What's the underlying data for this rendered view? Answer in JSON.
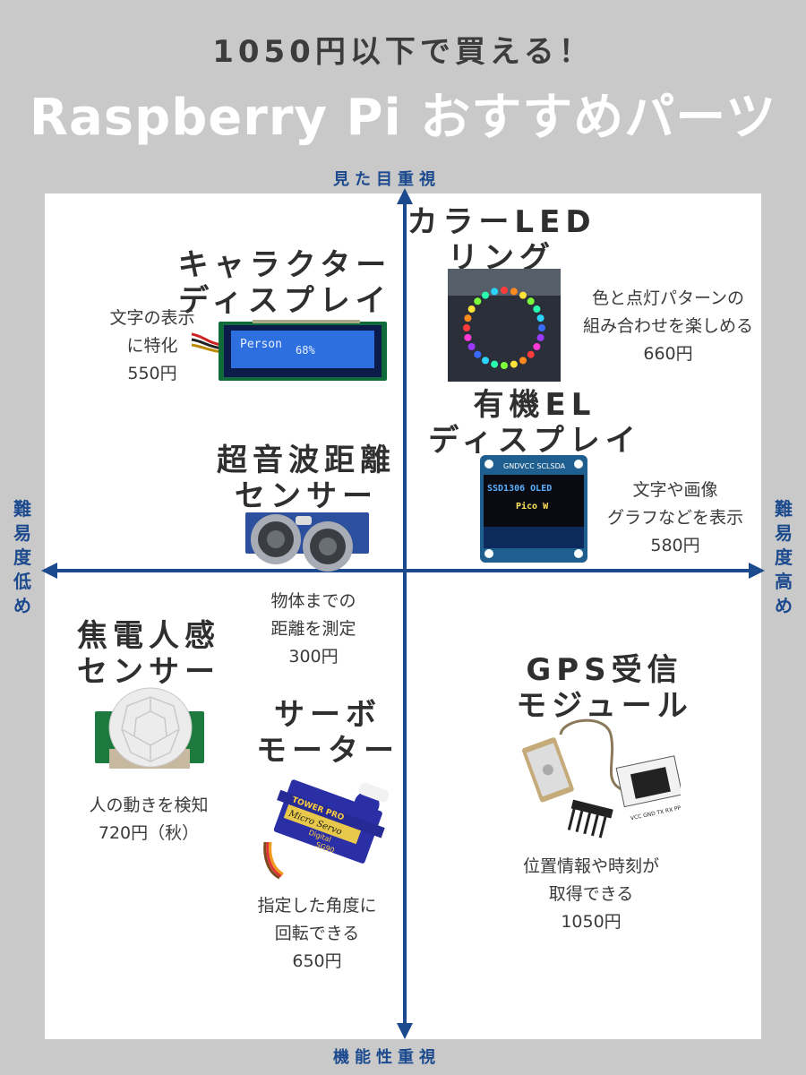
{
  "header": {
    "subtitle": "1050円以下で買える！",
    "title": "Raspberry Pi おすすめパーツ"
  },
  "axes": {
    "top": "見た目重視",
    "bottom": "機能性重視",
    "left": "難\n易\n度\n低\nめ",
    "right": "難\n易\n度\n高\nめ"
  },
  "parts": {
    "character_lcd": {
      "title": "キャラクター\nディスプレイ",
      "desc": "文字の表示\nに特化\n550円",
      "screen_text": "Person",
      "screen_value": "68%"
    },
    "led_ring": {
      "title": "カラーLED\nリング",
      "desc": "色と点灯パターンの\n組み合わせを楽しめる\n660円"
    },
    "oled": {
      "title": "有機EL\nディスプレイ",
      "desc": "文字や画像\nグラフなどを表示\n580円",
      "pins": "GNDVCC SCLSDA",
      "line1": "SSD1306 OLED",
      "line2": "Pico W"
    },
    "ultrasonic": {
      "title": "超音波距離\nセンサー",
      "desc": "物体までの\n距離を測定\n300円"
    },
    "pir": {
      "title": "焦電人感\nセンサー",
      "desc": "人の動きを検知\n720円（秋）"
    },
    "servo": {
      "title": "サーボ\nモーター",
      "desc": "指定した角度に\n回転できる\n650円",
      "brand": "TOWER PRO",
      "model": "Micro Servo",
      "tag": "Digital",
      "code": "SG90"
    },
    "gps": {
      "title": "GPS受信\nモジュール",
      "desc": "位置情報や時刻が\n取得できる\n1050円",
      "pins": "VCC GND TX RX PPS"
    }
  },
  "colors": {
    "axis": "#1c4a8e",
    "background": "#c9c9c9"
  }
}
